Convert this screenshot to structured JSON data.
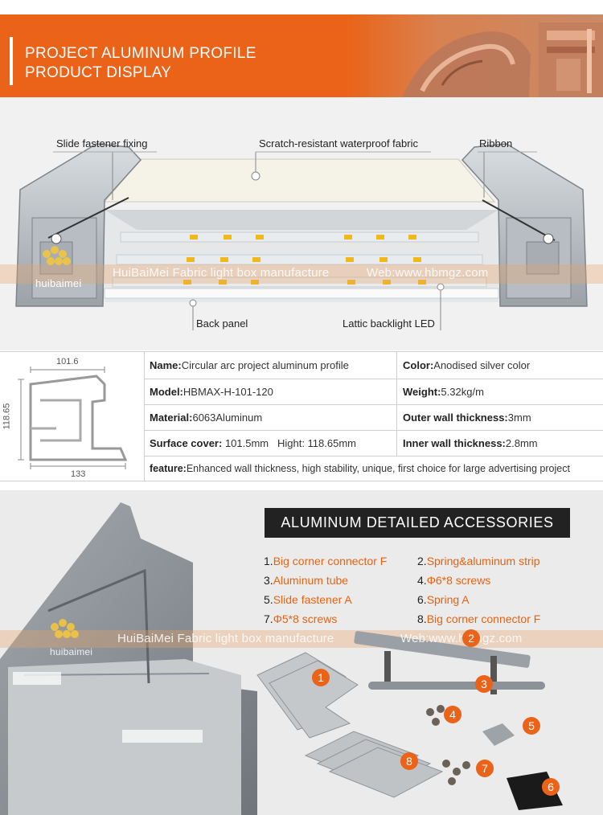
{
  "banner": {
    "line1": "PROJECT ALUMINUM PROFILE",
    "line2": "PRODUCT DISPLAY"
  },
  "diagram": {
    "callouts": {
      "slide_fastener": "Slide fastener fixing",
      "fabric": "Scratch-resistant waterproof fabric",
      "ribbon": "Ribbon",
      "back_panel": "Back panel",
      "led": "Lattic backlight LED"
    },
    "watermark_text": "HuiBaiMei Fabric light box manufacture",
    "watermark_web": "Web:www.hbmgz.com",
    "logo_text": "huibaimei"
  },
  "spec": {
    "dims": {
      "width_top": "101.6",
      "height": "118.65",
      "width_bottom": "133"
    },
    "rows": [
      {
        "label": "Name:",
        "value": "Circular arc project aluminum profile",
        "label2": "Color:",
        "value2": "Anodised silver color"
      },
      {
        "label": "Model:",
        "value": "HBMAX-H-101-120",
        "label2": "Weight:",
        "value2": "5.32kg/m"
      },
      {
        "label": "Material:",
        "value": "6063Aluminum",
        "label2": "Outer wall thickness:",
        "value2": "3mm"
      },
      {
        "label": "Surface cover:",
        "value": " 101.5mm   Hight: 118.65mm",
        "label2": "Inner wall thickness:",
        "value2": "2.8mm"
      }
    ],
    "feature_label": "feature:",
    "feature_value": "Enhanced wall thickness, high stability, unique, first choice for large advertising project"
  },
  "accessories": {
    "title": "ALUMINUM DETAILED ACCESSORIES",
    "items": [
      {
        "num": "1.",
        "name": "Big corner connector F"
      },
      {
        "num": "2.",
        "name": "Spring&aluminum strip"
      },
      {
        "num": "3.",
        "name": "Aluminum tube"
      },
      {
        "num": "4.",
        "name": "Φ6*8 screws"
      },
      {
        "num": "5.",
        "name": "Slide fastener A"
      },
      {
        "num": "6.",
        "name": "Spring A"
      },
      {
        "num": "7.",
        "name": "Φ5*8 screws"
      },
      {
        "num": "8.",
        "name": "Big corner connector F"
      }
    ],
    "badges": [
      "1",
      "2",
      "3",
      "4",
      "5",
      "6",
      "7",
      "8"
    ],
    "watermark_text": "HuiBaiMei Fabric light box manufacture",
    "watermark_web": "Web:www.hbmgz.com",
    "logo_text": "huibaimei"
  },
  "colors": {
    "accent": "#ea6318",
    "dark": "#222222",
    "panel": "#f1f1f1"
  }
}
